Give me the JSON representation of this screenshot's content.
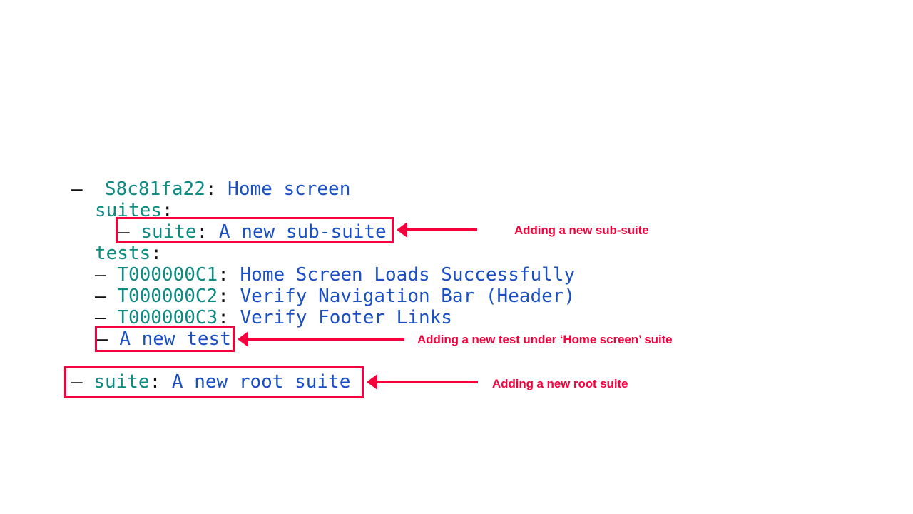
{
  "colors": {
    "background": "#ffffff",
    "key": "#0d8b82",
    "value": "#1a4fc4",
    "punctuation": "#111111",
    "annotation": "#f5003c"
  },
  "tree": {
    "lines": [
      {
        "id": "root-suite-home-screen",
        "dash": "–",
        "key": "S8c81fa22",
        "colon": ":",
        "value": "Home screen"
      },
      {
        "id": "suites-key",
        "dash": "",
        "key": "suites",
        "colon": ":",
        "value": ""
      },
      {
        "id": "new-sub-suite",
        "dash": "–",
        "key": "suite",
        "colon": ":",
        "value": "A new sub-suite"
      },
      {
        "id": "tests-key",
        "dash": "",
        "key": "tests",
        "colon": ":",
        "value": ""
      },
      {
        "id": "test-c1",
        "dash": "–",
        "key": "T000000C1",
        "colon": ":",
        "value": "Home Screen Loads Successfully"
      },
      {
        "id": "test-c2",
        "dash": "–",
        "key": "T000000C2",
        "colon": ":",
        "value": "Verify Navigation Bar (Header)"
      },
      {
        "id": "test-c3",
        "dash": "–",
        "key": "T000000C3",
        "colon": ":",
        "value": "Verify Footer Links"
      },
      {
        "id": "new-test",
        "dash": "–",
        "key": "",
        "colon": "",
        "value": "A new test"
      },
      {
        "id": "new-root-suite",
        "dash": "–",
        "key": "suite",
        "colon": ":",
        "value": "A new root suite"
      }
    ]
  },
  "annotations": [
    {
      "id": "sub-suite",
      "label": "Adding a new sub-suite"
    },
    {
      "id": "new-test",
      "label": "Adding a new test under ‘Home screen’ suite"
    },
    {
      "id": "root-suite",
      "label": "Adding a new root suite"
    }
  ]
}
